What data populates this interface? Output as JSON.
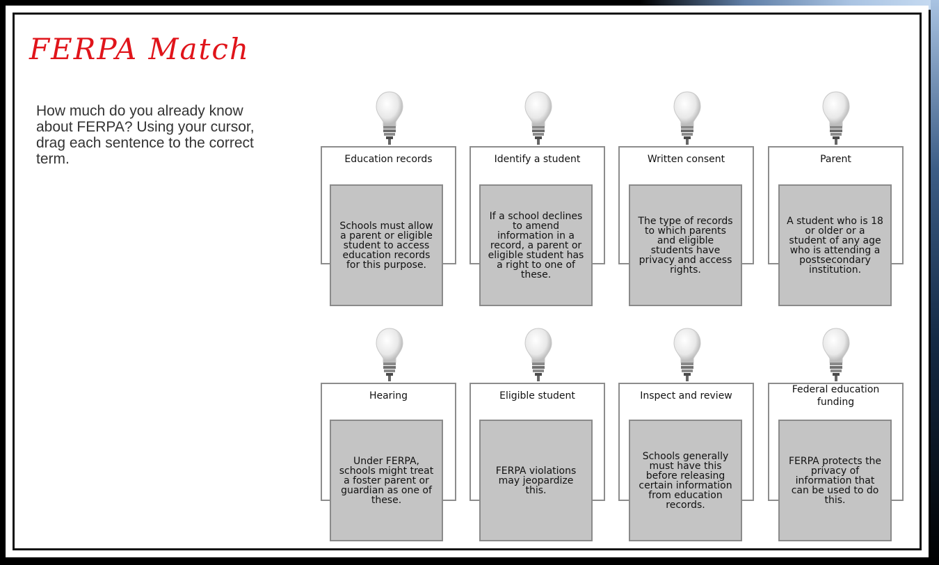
{
  "title": "FERPA Match",
  "instructions": "How much do you already know about FERPA? Using your cursor, drag each sentence to the correct term.",
  "terms": [
    "Education records",
    "Identify a student",
    "Written consent",
    "Parent",
    "Hearing",
    "Eligible student",
    "Inspect and review",
    "Federal education funding"
  ],
  "sentences": [
    "Schools must allow a parent or eligible student to access education records for this purpose.",
    "If a school declines to amend information in a record, a parent or eligible student has a right to one of these.",
    "The type of records to which parents and eligible students have privacy and access rights.",
    "A student who is 18 or older or a student of any age who is attending a postsecondary institution.",
    "Under FERPA, schools might treat a foster parent or guardian as one of these.",
    "FERPA violations may jeopardize this.",
    "Schools generally must have this before releasing certain information from education records.",
    "FERPA protects the privacy of information that can be used to do this."
  ]
}
